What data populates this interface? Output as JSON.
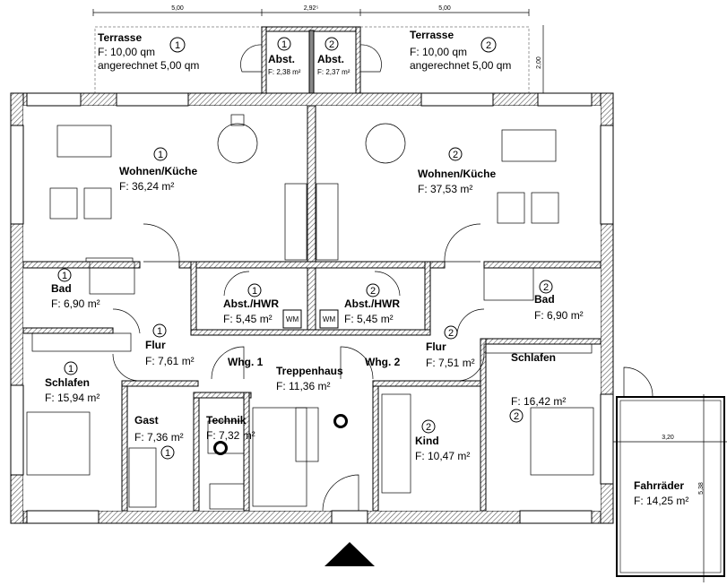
{
  "dimensions": {
    "top_left": "5,00",
    "top_mid": "2,92⁵",
    "top_right": "5,00",
    "terrace_depth": "2,00",
    "bike_width": "3,20",
    "bike_depth": "5,38"
  },
  "rooms": [
    {
      "id": "terrasse-1",
      "name": "Terrasse",
      "area": "F: 10,00 qm",
      "extra": "angerechnet 5,00 qm",
      "unit": "1"
    },
    {
      "id": "terrasse-2",
      "name": "Terrasse",
      "area": "F: 10,00 qm",
      "extra": "angerechnet 5,00 qm",
      "unit": "2"
    },
    {
      "id": "abst-1",
      "name": "Abst.",
      "area": "F: 2,38 m²",
      "unit": "1"
    },
    {
      "id": "abst-2",
      "name": "Abst.",
      "area": "F: 2,37 m²",
      "unit": "2"
    },
    {
      "id": "wohnen-1",
      "name": "Wohnen/Küche",
      "area": "F: 36,24 m²",
      "unit": "1"
    },
    {
      "id": "wohnen-2",
      "name": "Wohnen/Küche",
      "area": "F: 37,53 m²",
      "unit": "2"
    },
    {
      "id": "bad-1",
      "name": "Bad",
      "area": "F: 6,90 m²",
      "unit": "1"
    },
    {
      "id": "bad-2",
      "name": "Bad",
      "area": "F: 6,90 m²",
      "unit": "2"
    },
    {
      "id": "hwr-1",
      "name": "Abst./HWR",
      "area": "F: 5,45 m²",
      "unit": "1"
    },
    {
      "id": "hwr-2",
      "name": "Abst./HWR",
      "area": "F: 5,45 m²",
      "unit": "2"
    },
    {
      "id": "flur-1",
      "name": "Flur",
      "area": "F: 7,61 m²",
      "unit": "1"
    },
    {
      "id": "flur-2",
      "name": "Flur",
      "area": "F: 7,51 m²",
      "unit": "2"
    },
    {
      "id": "schlafen-1",
      "name": "Schlafen",
      "area": "F: 15,94 m²",
      "unit": "1"
    },
    {
      "id": "schlafen-2",
      "name": "Schlafen",
      "area": "F: 16,42 m²",
      "unit": "2"
    },
    {
      "id": "gast",
      "name": "Gast",
      "area": "F: 7,36 m²",
      "unit": "1"
    },
    {
      "id": "technik",
      "name": "Technik",
      "area": "F: 7,32 m²"
    },
    {
      "id": "treppenhaus",
      "name": "Treppenhaus",
      "area": "F: 11,36 m²"
    },
    {
      "id": "kind",
      "name": "Kind",
      "area": "F: 10,47 m²",
      "unit": "2"
    },
    {
      "id": "fahrraeder",
      "name": "Fahrräder",
      "area": "F: 14,25 m²"
    }
  ],
  "entrances": {
    "whg1": "Whg. 1",
    "whg2": "Whg. 2"
  },
  "appliance": {
    "wm": "WM"
  }
}
